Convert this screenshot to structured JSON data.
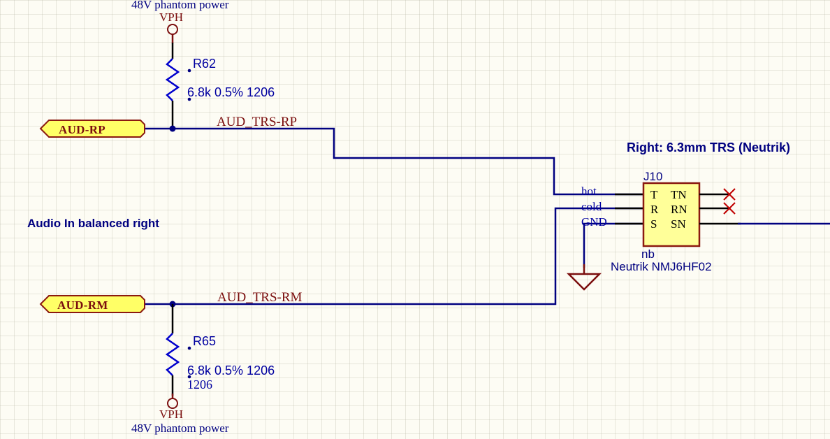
{
  "sheet": {
    "background_color": "#FDFCF4",
    "grid_color": "#B4B2A0",
    "wire_color": "#000080",
    "pin_color": "#000000",
    "symbol_color": "#0000CC",
    "power_color": "#7B0E0E",
    "nc_color": "#C00000",
    "flag_fill": "#FFFF66",
    "connector_fill": "#FFFF99"
  },
  "titles": {
    "section_left": "Audio In balanced right",
    "section_right": "Right: 6.3mm TRS (Neutrik)"
  },
  "power_top": {
    "net": "VPH",
    "note": "48V phantom power"
  },
  "power_bottom": {
    "net": "VPH",
    "note": "48V phantom power"
  },
  "resistor_top": {
    "refdes": "R62",
    "value": "6.8k 0.5% 1206"
  },
  "resistor_bottom": {
    "refdes": "R65",
    "value": "6.8k 0.5% 1206",
    "footprint": "1206"
  },
  "flags": [
    {
      "name": "AUD-RP"
    },
    {
      "name": "AUD-RM"
    }
  ],
  "nets": [
    {
      "name": "AUD_TRS-RP"
    },
    {
      "name": "AUD_TRS-RM"
    }
  ],
  "signal_labels": {
    "hot": "hot",
    "cold": "cold",
    "gnd": "GND"
  },
  "connector": {
    "refdes": "J10",
    "sub_label": "nb",
    "part": "Neutrik NMJ6HF02",
    "pins_left": [
      "T",
      "R",
      "S"
    ],
    "pins_right": [
      "TN",
      "RN",
      "SN"
    ],
    "no_connect_pins": [
      "TN",
      "RN"
    ]
  }
}
